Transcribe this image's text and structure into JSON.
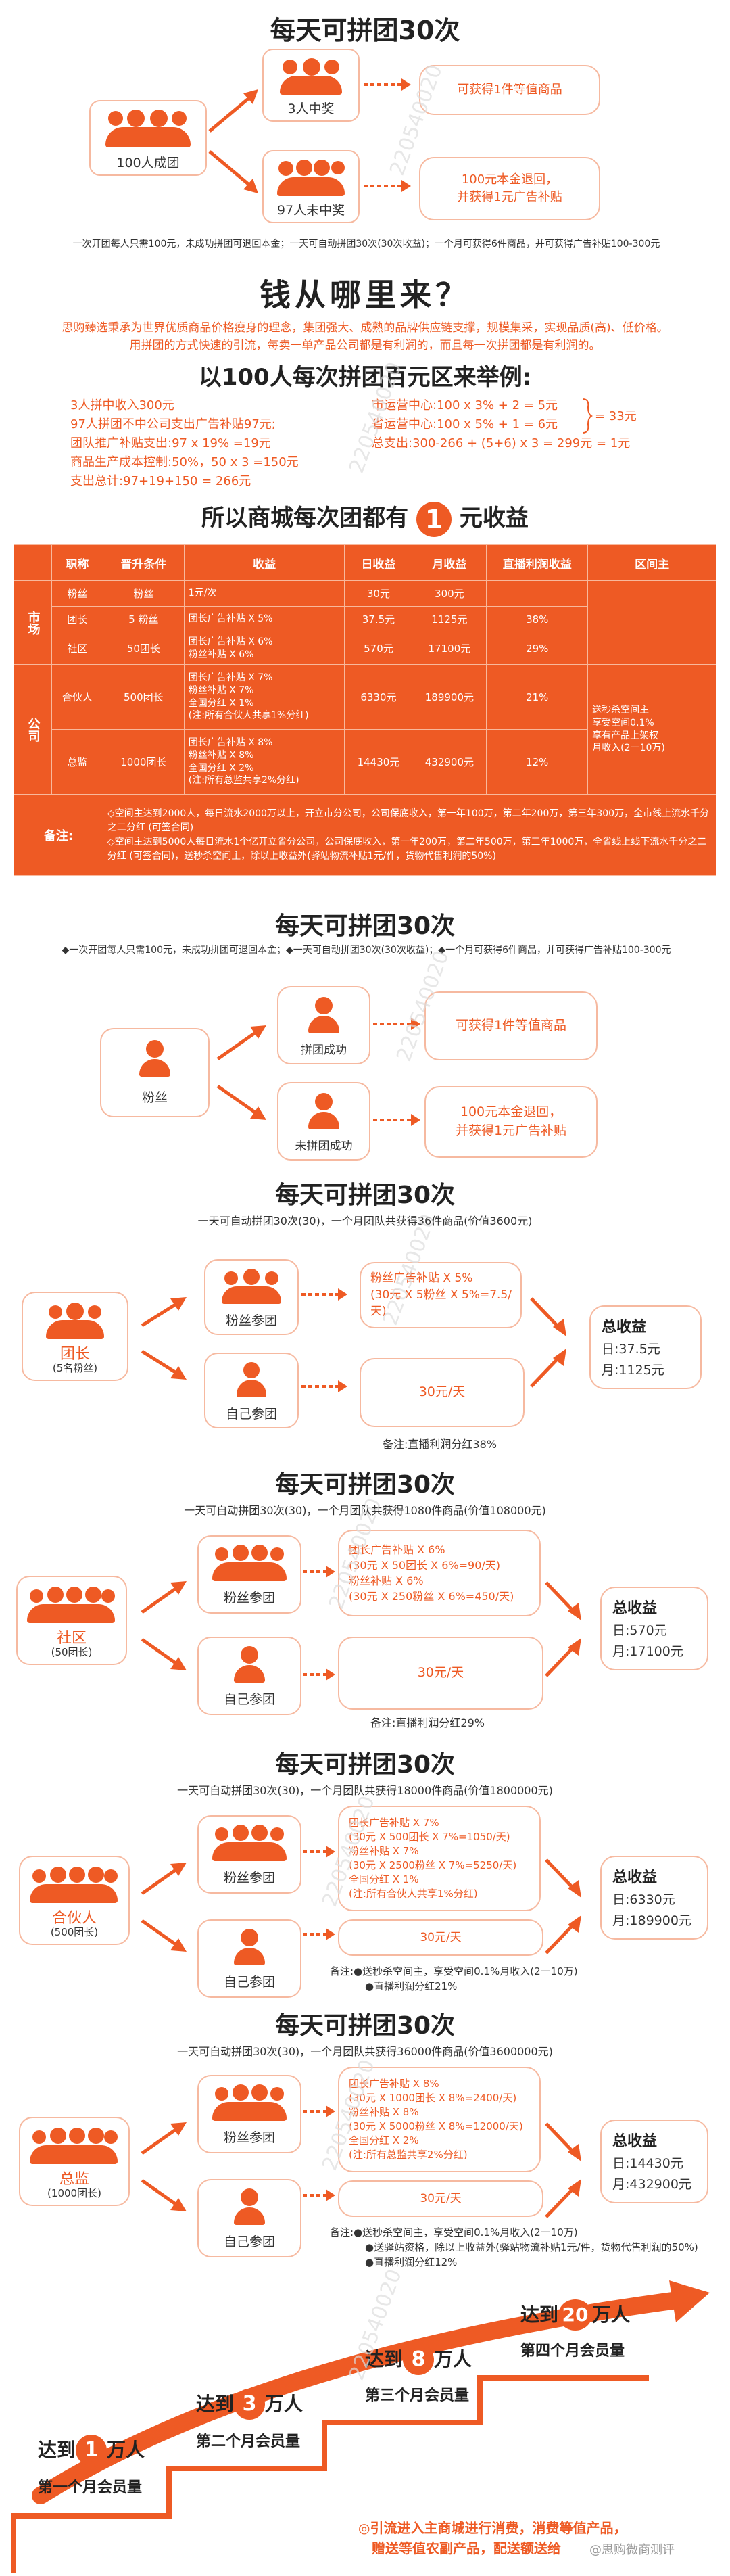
{
  "sec1": {
    "title": "每天可拼团30次",
    "group_label": "100人成团",
    "winners_label": "3人中奖",
    "losers_label": "97人未中奖",
    "winners_result": "可获得1件等值商品",
    "losers_result": "100元本金退回，\n并获得1元广告补贴",
    "footnote": "一次开团每人只需100元，未成功拼团可退回本金；一天可自动拼团30次(30次收益)；一个月可获得6件商品，并可获得广告补贴100-300元"
  },
  "sec2": {
    "title": "钱从哪里来？",
    "paragraph1": "思购臻选秉承为世界优质商品价格瘦身的理念，集团强大、成熟的品牌供应链支撑，规模集采，实现品质(高)、低价格。",
    "paragraph2": "用拼团的方式快速的引流，每卖一单产品公司都是有利润的，而且每一次拼团都是有利润的。",
    "example_title": "以100人每次拼团百元区来举例:",
    "left_lines": [
      "3人拼中收入300元",
      "97人拼团不中公司支出广告补贴97元;",
      "团队推广补贴支出:97 x 19% =19元",
      "商品生产成本控制:50%，50 x 3 =150元",
      "支出总计:97+19+150 = 266元"
    ],
    "right_lines": [
      "市运营中心:100 x 3% + 2 = 5元",
      "省运营中心:100 x 5% + 1 = 6元",
      "总支出:300-266 + (5+6) x 3 = 299元 = 1元"
    ],
    "brace_result": "= 33元"
  },
  "sec3": {
    "title_pre": "所以商城每次团都有",
    "title_num": "1",
    "title_post": "元收益",
    "headers": [
      "职称",
      "晋升条件",
      "收益",
      "日收益",
      "月收益",
      "直播利润收益",
      "区间主"
    ],
    "group_market": "市场",
    "group_company": "公司",
    "rows": [
      {
        "role": "粉丝",
        "cond": "粉丝",
        "income": "1元/次",
        "daily": "30元",
        "monthly": "300元",
        "live": "",
        "zone": ""
      },
      {
        "role": "团长",
        "cond": "5 粉丝",
        "income": "团长广告补贴 X 5%",
        "daily": "37.5元",
        "monthly": "1125元",
        "live": "38%",
        "zone": ""
      },
      {
        "role": "社区",
        "cond": "50团长",
        "income": "团长广告补贴 X 6%\n粉丝补贴 X 6%",
        "daily": "570元",
        "monthly": "17100元",
        "live": "29%",
        "zone": ""
      },
      {
        "role": "合伙人",
        "cond": "500团长",
        "income": "团长广告补贴 X 7%\n粉丝补贴 X 7%\n全国分红 X 1%\n(注:所有合伙人共享1%分红)",
        "daily": "6330元",
        "monthly": "189900元",
        "live": "21%",
        "zone": "送秒杀空间主\n享受空间0.1%\n享有产品上架权\n月收入(2一10万)"
      },
      {
        "role": "总监",
        "cond": "1000团长",
        "income": "团长广告补贴 X 8%\n粉丝补贴 X 8%\n全国分红 X 2%\n(注:所有总监共享2%分红)",
        "daily": "14430元",
        "monthly": "432900元",
        "live": "12%",
        "zone": ""
      }
    ],
    "remark_label": "备注:",
    "remarks": [
      "◇空间主达到2000人，每日流水2000万以上，开立市分公司，公司保底收入，第一年100万，第二年200万，第三年300万，全市线上流水千分之二分红 (可签合同)",
      "◇空间主达到5000人每日流水1个亿开立省分公司，公司保底收入，第一年200万，第二年500万，第三年1000万，全省线上线下流水千分之二分红 (可签合同)，送秒杀空间主，除以上收益外(驿站物流补贴1元/件，货物代售利润的50%)"
    ]
  },
  "sec4": {
    "title": "每天可拼团30次",
    "footnote": "◆一次开团每人只需100元，未成功拼团可退回本金；◆一天可自动拼团30次(30次收益)；◆一个月可获得6件商品，并可获得广告补贴100-300元",
    "left_label": "粉丝",
    "success_label": "拼团成功",
    "fail_label": "未拼团成功",
    "success_result": "可获得1件等值商品",
    "fail_result": "100元本金退回，\n并获得1元广告补贴"
  },
  "sec5": {
    "title": "每天可拼团30次",
    "sub": "一天可自动拼团30次(30)，一个月团队共获得36件商品(价值3600元)",
    "role_label": "团长",
    "role_sub": "(5名粉丝)",
    "top_label": "粉丝参团",
    "bottom_label": "自己参团",
    "top_box": "粉丝广告补贴 X 5%\n(30元 X 5粉丝 X 5%=7.5/天)",
    "bottom_box": "30元/天",
    "total_title": "总收益",
    "total_day": "日:37.5元",
    "total_month": "月:1125元",
    "note": "备注:直播利润分红38%"
  },
  "sec6": {
    "title": "每天可拼团30次",
    "sub": "一天可自动拼团30次(30)，一个月团队共获得1080件商品(价值108000元)",
    "role_label": "社区",
    "role_sub": "(50团长)",
    "top_label": "粉丝参团",
    "bottom_label": "自己参团",
    "top_box": "团长广告补贴 X 6%\n(30元 X 50团长 X 6%=90/天)\n粉丝补贴 X 6%\n(30元 X 250粉丝 X 6%=450/天)",
    "bottom_box": "30元/天",
    "total_title": "总收益",
    "total_day": "日:570元",
    "total_month": "月:17100元",
    "note": "备注:直播利润分红29%"
  },
  "sec7": {
    "title": "每天可拼团30次",
    "sub": "一天可自动拼团30次(30)，一个月团队共获得18000件商品(价值1800000元)",
    "role_label": "合伙人",
    "role_sub": "(500团长)",
    "top_label": "粉丝参团",
    "bottom_label": "自己参团",
    "top_box": "团长广告补贴 X 7%\n(30元 X 500团长 X 7%=1050/天)\n粉丝补贴 X 7%\n(30元 X 2500粉丝 X 7%=5250/天)\n全国分红 X 1%\n(注:所有合伙人共享1%分红)",
    "bottom_box": "30元/天",
    "total_title": "总收益",
    "total_day": "日:6330元",
    "total_month": "月:189900元",
    "note1": "备注:●送秒杀空间主，享受空间0.1%月收入(2一10万)",
    "note2": "●直播利润分红21%"
  },
  "sec8": {
    "title": "每天可拼团30次",
    "sub": "一天可自动拼团30次(30)，一个月团队共获得36000件商品(价值3600000元)",
    "role_label": "总监",
    "role_sub": "(1000团长)",
    "top_label": "粉丝参团",
    "bottom_label": "自己参团",
    "top_box": "团长广告补贴 X 8%\n(30元 X 1000团长 X 8%=2400/天)\n粉丝补贴 X 8%\n(30元 X 5000粉丝 X 8%=12000/天)\n全国分红 X 2%\n(注:所有总监共享2%分红)",
    "bottom_box": "30元/天",
    "total_title": "总收益",
    "total_day": "日:14430元",
    "total_month": "月:432900元",
    "note1": "备注:●送秒杀空间主，享受空间0.1%月收入(2一10万)",
    "note2": "●送驿站资格，除以上收益外(驿站物流补贴1元/件，货物代售利润的50%)",
    "note3": "●直播利润分红12%"
  },
  "sec9": {
    "steps": [
      {
        "pre": "达到",
        "num": "1",
        "post": "万人",
        "sub": "第一个月会员量"
      },
      {
        "pre": "达到",
        "num": "3",
        "post": "万人",
        "sub": "第二个月会员量"
      },
      {
        "pre": "达到",
        "num": "8",
        "post": "万人",
        "sub": "第三个月会员量"
      },
      {
        "pre": "达到",
        "num": "20",
        "post": "万人",
        "sub": "第四个月会员量"
      }
    ],
    "footer1": "◎引流进入主商城进行消费，消费等值产品，",
    "footer2": "赠送等值农副产品，配送额送给",
    "watermark": "@思购微商测评"
  },
  "watermark_text": "220540020"
}
